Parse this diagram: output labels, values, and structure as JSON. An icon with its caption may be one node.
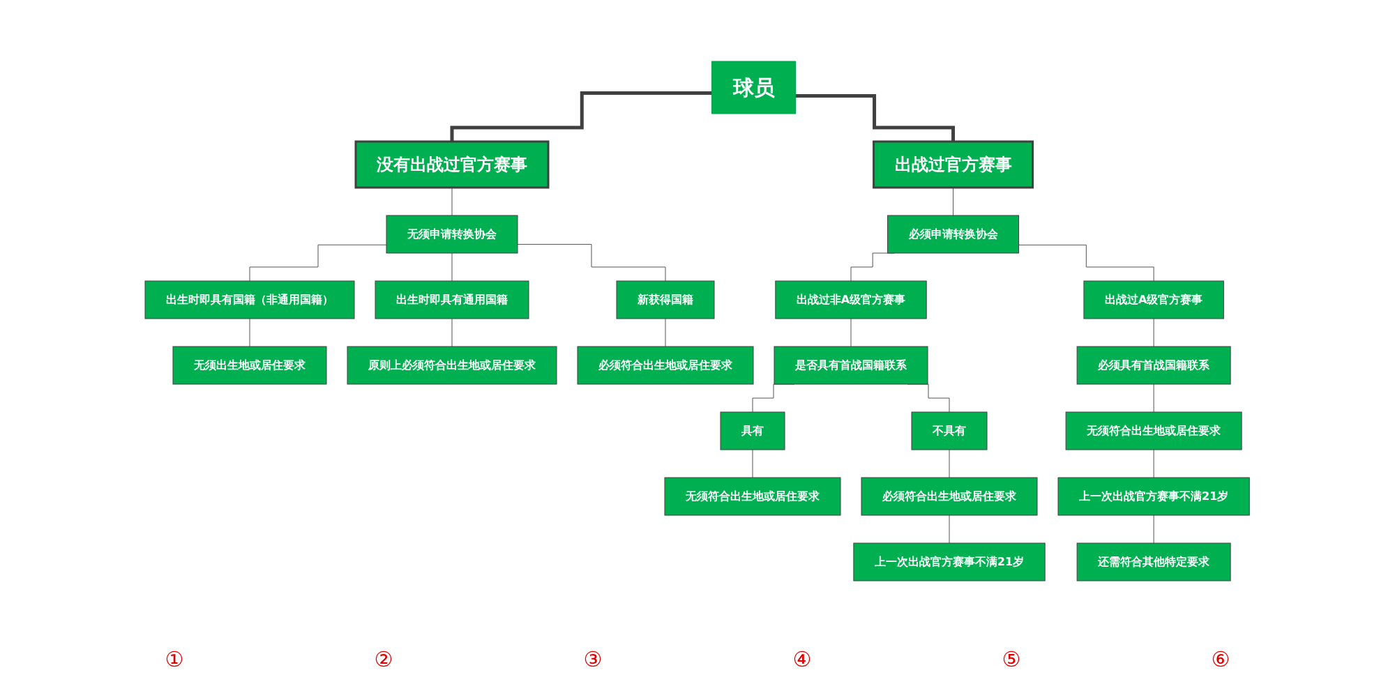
{
  "diagram": {
    "nodes": [
      {
        "text": [
          "球员"
        ]
      },
      {
        "text": [
          "没有出战过官方赛事"
        ]
      },
      {
        "text": [
          "出战过官方赛事"
        ]
      },
      {
        "text": [
          "无须申请转换协会"
        ]
      },
      {
        "text": [
          "出生时即具有国籍（非通用国籍）"
        ]
      },
      {
        "text": [
          "出生时即具有通用国籍"
        ]
      },
      {
        "text": [
          "新获得国籍"
        ]
      },
      {
        "text": [
          "无须出生地或居住要求"
        ]
      },
      {
        "text": [
          "原则上必须符合出生地或居住要求"
        ]
      },
      {
        "text": [
          "必须符合出生地或居住要求"
        ]
      },
      {
        "text": [
          "必须申请转换协会"
        ]
      },
      {
        "text": [
          "出战过非A级官方赛事"
        ]
      },
      {
        "text": [
          "出战过A级官方赛事"
        ]
      },
      {
        "text": [
          "是否具有首战国籍联系"
        ]
      },
      {
        "text": [
          "具有"
        ]
      },
      {
        "text": [
          "不具有"
        ]
      },
      {
        "text": [
          "无须符合出生地或居住要求"
        ]
      },
      {
        "text": [
          "必须符合出生地或居住要求"
        ]
      },
      {
        "text": [
          "上一次出战官方赛事不满21岁"
        ]
      },
      {
        "text": [
          "必须具有首战国籍联系"
        ]
      },
      {
        "text": [
          "无须符合出生地或居住要求"
        ]
      },
      {
        "text": [
          "上一次出战官方赛事不满21岁"
        ]
      },
      {
        "text": [
          "还需符合其他特定要求"
        ]
      }
    ],
    "edges": [
      {
        "from": 0,
        "to": 1,
        "arrow": "none",
        "style": "thick",
        "color": "#404040"
      },
      {
        "from": 0,
        "to": 2,
        "arrow": "none",
        "style": "thick",
        "color": "#404040"
      },
      {
        "from": 1,
        "to": 3,
        "arrow": "none"
      },
      {
        "from": 3,
        "to": 4,
        "arrow": "none"
      },
      {
        "from": 3,
        "to": 5,
        "arrow": "none"
      },
      {
        "from": 3,
        "to": 6,
        "arrow": "none"
      },
      {
        "from": 4,
        "to": 7,
        "arrow": "none"
      },
      {
        "from": 5,
        "to": 8,
        "arrow": "none"
      },
      {
        "from": 6,
        "to": 9,
        "arrow": "none"
      },
      {
        "from": 2,
        "to": 10,
        "arrow": "none"
      },
      {
        "from": 10,
        "to": 11,
        "arrow": "none"
      },
      {
        "from": 10,
        "to": 12,
        "arrow": "none"
      },
      {
        "from": 11,
        "to": 13,
        "arrow": "none"
      },
      {
        "from": 13,
        "to": 14,
        "arrow": "none"
      },
      {
        "from": 13,
        "to": 15,
        "arrow": "none"
      },
      {
        "from": 14,
        "to": 16,
        "arrow": "none"
      },
      {
        "from": 15,
        "to": 17,
        "arrow": "none"
      },
      {
        "from": 17,
        "to": 18,
        "arrow": "none"
      },
      {
        "from": 12,
        "to": 19,
        "arrow": "none"
      },
      {
        "from": 19,
        "to": 20,
        "arrow": "none"
      },
      {
        "from": 20,
        "to": 21,
        "arrow": "none"
      },
      {
        "from": 21,
        "to": 22,
        "arrow": "none"
      }
    ],
    "labels": [
      "①",
      "②",
      "③",
      "④",
      "⑤",
      "⑥"
    ]
  }
}
